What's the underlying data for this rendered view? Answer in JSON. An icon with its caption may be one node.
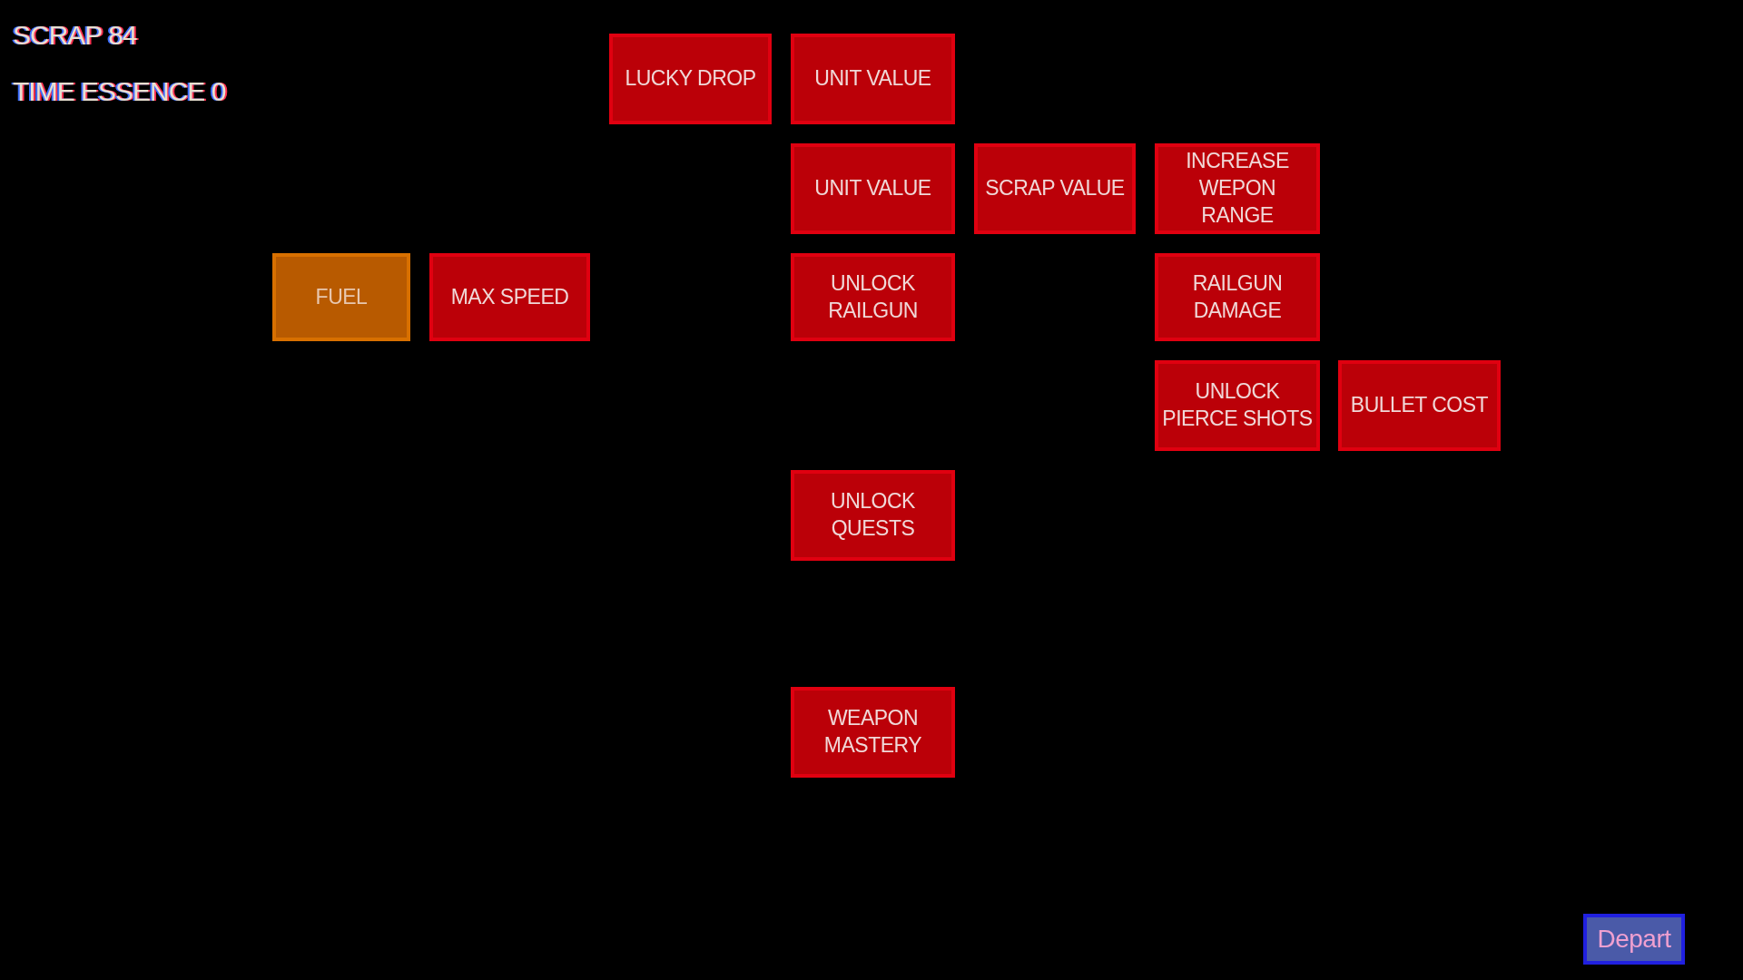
{
  "diagram": {
    "nodes": [
      {
        "text": [
          "LUCKY DROP"
        ]
      },
      {
        "text": [
          "UNIT VALUE"
        ]
      },
      {
        "text": [
          "UNIT VALUE"
        ]
      },
      {
        "text": [
          "SCRAP VALUE"
        ]
      },
      {
        "text": [
          "INCREASE WEPON RANGE"
        ]
      },
      {
        "text": [
          "FUEL"
        ]
      },
      {
        "text": [
          "MAX SPEED"
        ]
      },
      {
        "text": [
          "UNLOCK RAILGUN"
        ]
      },
      {
        "text": [
          "RAILGUN DAMAGE"
        ]
      },
      {
        "text": [
          "UNLOCK PIERCE SHOTS"
        ]
      },
      {
        "text": [
          "BULLET COST"
        ]
      },
      {
        "text": [
          "UNLOCK QUESTS"
        ]
      },
      {
        "text": [
          "WEAPON MASTERY"
        ]
      },
      {
        "text": [
          "Depart"
        ]
      }
    ],
    "labels": [
      "SCRAP 84",
      "TIME ESSENCE 0"
    ]
  }
}
